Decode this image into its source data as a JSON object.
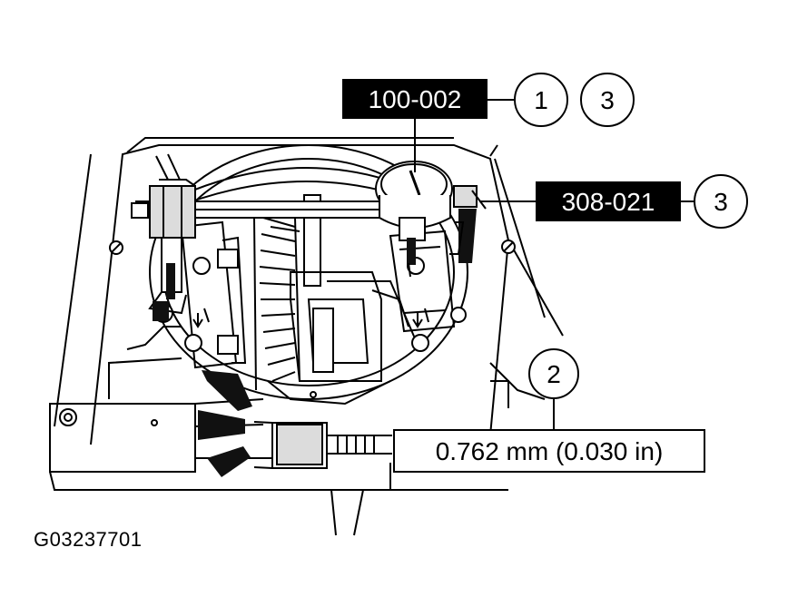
{
  "labels": {
    "tool_1": "100-002",
    "tool_2": "308-021",
    "measurement": "0.762 mm (0.030 in)"
  },
  "callouts": {
    "c1": "1",
    "c3a": "3",
    "c3b": "3",
    "c2": "2"
  },
  "figure_id": "G03237701",
  "colors": {
    "label_bg": "#000000",
    "label_text": "#ffffff",
    "line": "#000000",
    "background": "#ffffff"
  }
}
